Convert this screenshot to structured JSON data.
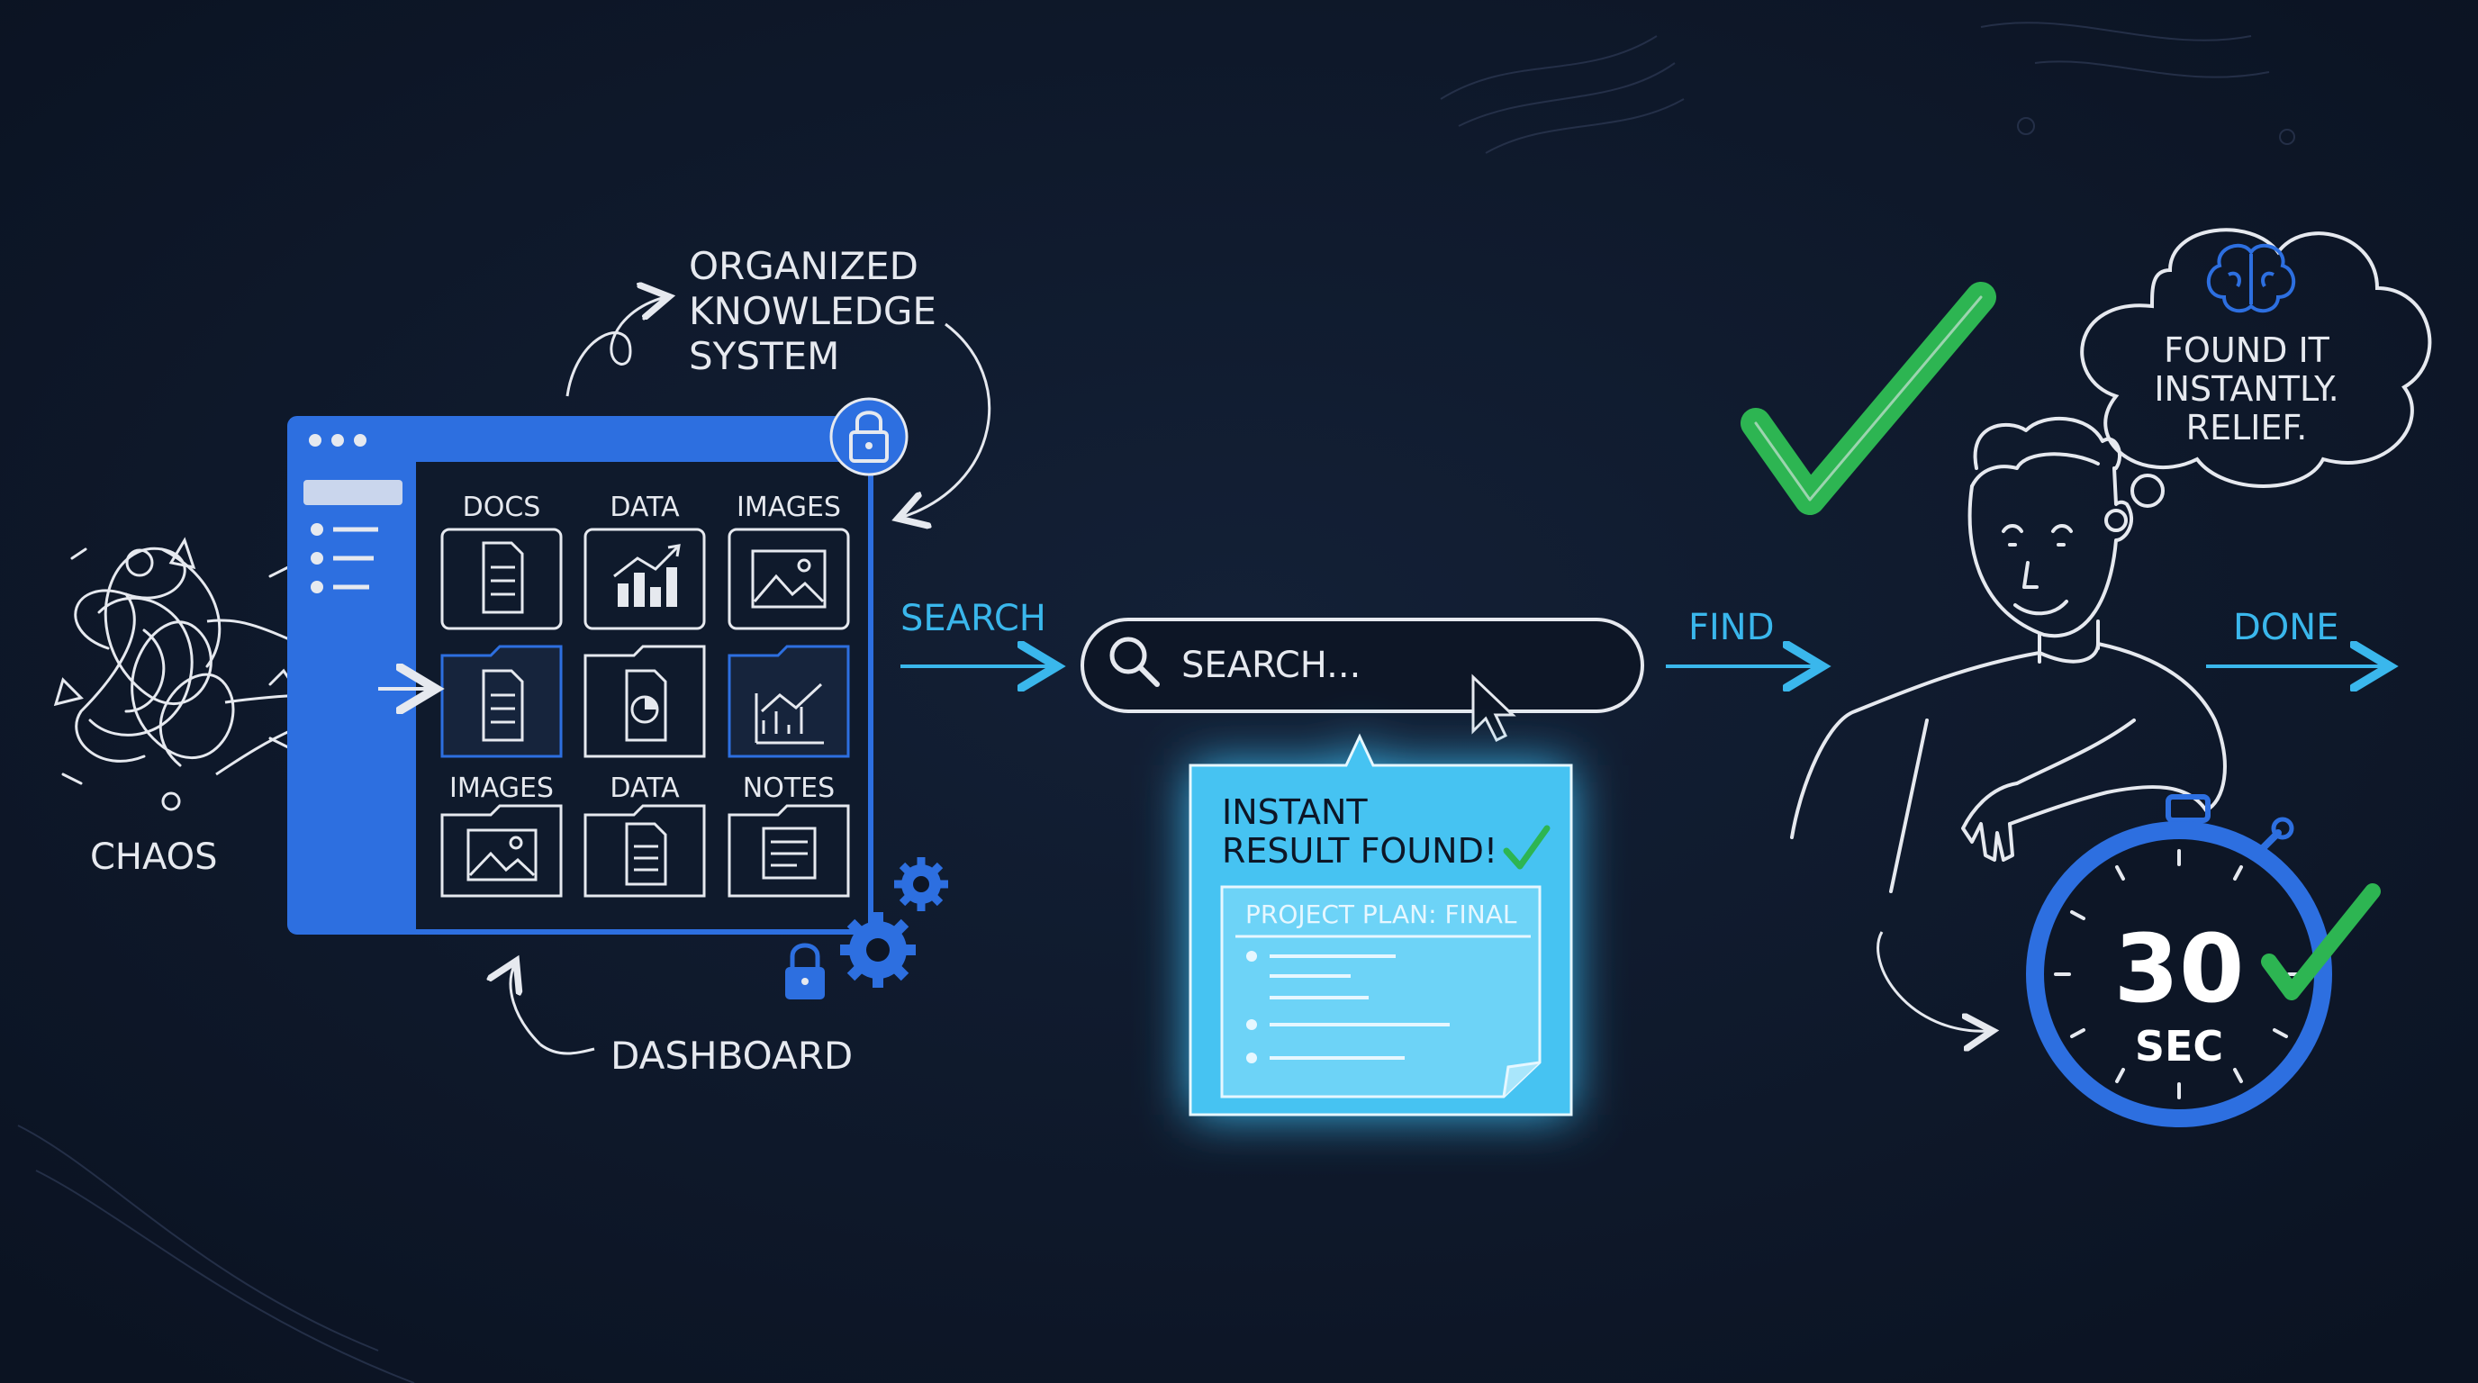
{
  "labels": {
    "chaos": "CHAOS",
    "organized": [
      "ORGANIZED",
      "KNOWLEDGE",
      "SYSTEM"
    ],
    "dashboard": "DASHBOARD",
    "search_flow": "SEARCH",
    "find_flow": "FIND",
    "done_flow": "DONE"
  },
  "window": {
    "top_labels": [
      "DOCS",
      "DATA",
      "IMAGES"
    ],
    "bottom_labels": [
      "IMAGES",
      "DATA",
      "NOTES"
    ]
  },
  "search": {
    "placeholder": "SEARCH..."
  },
  "result": {
    "heading": [
      "INSTANT",
      "RESULT FOUND!"
    ],
    "doc_title": "PROJECT PLAN: FINAL"
  },
  "thought": [
    "FOUND IT",
    "INSTANTLY.",
    "RELIEF."
  ],
  "timer": {
    "value": "30",
    "unit": "SEC"
  },
  "colors": {
    "background": "#0d1626",
    "accent_blue": "#2d6fe0",
    "cyan": "#3ab7ec",
    "green": "#2db552",
    "chalk": "#e6e9ef"
  }
}
